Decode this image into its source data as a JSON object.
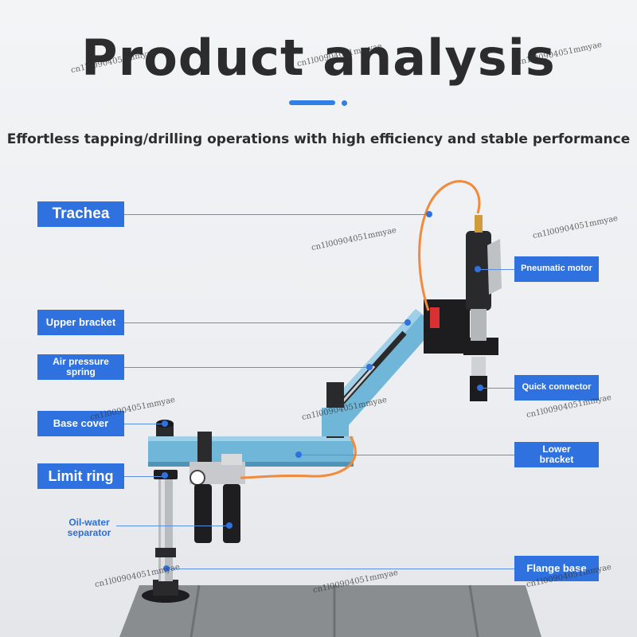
{
  "header": {
    "title": "Product analysis",
    "subtitle": "Effortless tapping/drilling operations with high efficiency and stable performance"
  },
  "labels": {
    "trachea": "Trachea",
    "pneumatic_motor": "Pneumatic motor",
    "upper_bracket": "Upper bracket",
    "air_pressure_spring": "Air pressure spring",
    "quick_connector": "Quick connector",
    "base_cover": "Base cover",
    "lower_bracket": "Lower bracket",
    "limit_ring": "Limit ring",
    "oil_water_separator": "Oil-water separator",
    "flange_base": "Flange base"
  },
  "watermark": "cn1l00904051mmyae",
  "colors": {
    "accent": "#2f72df",
    "arm": "#6fb6d8",
    "hose": "#f08a3c"
  }
}
